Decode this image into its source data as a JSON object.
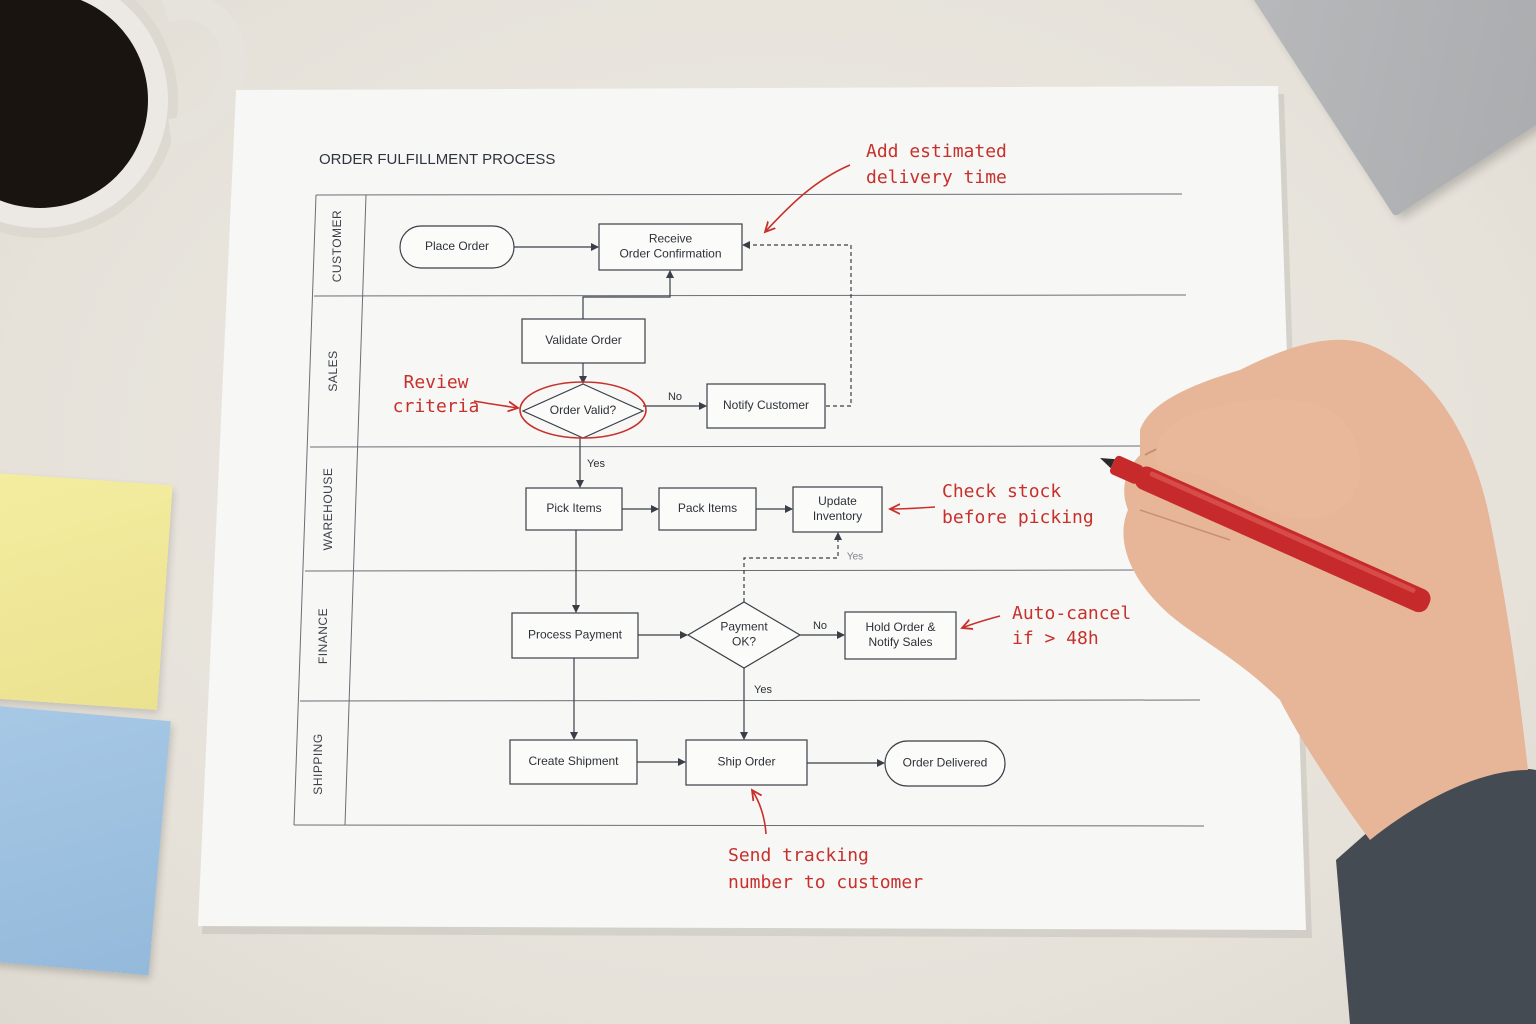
{
  "title": "ORDER FULFILLMENT PROCESS",
  "lanes": [
    {
      "id": "customer",
      "label": "CUSTOMER"
    },
    {
      "id": "sales",
      "label": "SALES"
    },
    {
      "id": "warehouse",
      "label": "WAREHOUSE"
    },
    {
      "id": "finance",
      "label": "FINANCE"
    },
    {
      "id": "shipping",
      "label": "SHIPPING"
    }
  ],
  "nodes": [
    {
      "id": "place-order",
      "shape": "terminal",
      "lines": [
        "Place Order"
      ]
    },
    {
      "id": "receive-confirmation",
      "shape": "process",
      "lines": [
        "Receive",
        "Order Confirmation"
      ]
    },
    {
      "id": "validate-order",
      "shape": "process",
      "lines": [
        "Validate Order"
      ]
    },
    {
      "id": "order-valid",
      "shape": "decision",
      "lines": [
        "Order Valid?"
      ]
    },
    {
      "id": "notify-customer",
      "shape": "process",
      "lines": [
        "Notify Customer"
      ]
    },
    {
      "id": "pick-items",
      "shape": "process",
      "lines": [
        "Pick Items"
      ]
    },
    {
      "id": "pack-items",
      "shape": "process",
      "lines": [
        "Pack Items"
      ]
    },
    {
      "id": "update-inventory",
      "shape": "process",
      "lines": [
        "Update",
        "Inventory"
      ]
    },
    {
      "id": "process-payment",
      "shape": "process",
      "lines": [
        "Process Payment"
      ]
    },
    {
      "id": "payment-ok",
      "shape": "decision",
      "lines": [
        "Payment",
        "OK?"
      ]
    },
    {
      "id": "hold-order",
      "shape": "process",
      "lines": [
        "Hold Order &",
        "Notify Sales"
      ]
    },
    {
      "id": "create-shipment",
      "shape": "process",
      "lines": [
        "Create Shipment"
      ]
    },
    {
      "id": "ship-order",
      "shape": "process",
      "lines": [
        "Ship Order"
      ]
    },
    {
      "id": "order-delivered",
      "shape": "terminal",
      "lines": [
        "Order Delivered"
      ]
    }
  ],
  "edges": [
    {
      "from": "place-order",
      "to": "receive-confirmation",
      "label": ""
    },
    {
      "from": "validate-order",
      "to": "receive-confirmation",
      "label": ""
    },
    {
      "from": "validate-order",
      "to": "order-valid",
      "label": ""
    },
    {
      "from": "order-valid",
      "to": "notify-customer",
      "label": "No"
    },
    {
      "from": "notify-customer",
      "to": "receive-confirmation",
      "label": "",
      "style": "dashed"
    },
    {
      "from": "order-valid",
      "to": "pick-items",
      "label": "Yes"
    },
    {
      "from": "pick-items",
      "to": "pack-items",
      "label": ""
    },
    {
      "from": "pack-items",
      "to": "update-inventory",
      "label": ""
    },
    {
      "from": "payment-ok",
      "to": "update-inventory",
      "label": "Yes",
      "style": "dashed"
    },
    {
      "from": "pick-items",
      "to": "process-payment",
      "label": ""
    },
    {
      "from": "process-payment",
      "to": "payment-ok",
      "label": ""
    },
    {
      "from": "payment-ok",
      "to": "hold-order",
      "label": "No"
    },
    {
      "from": "payment-ok",
      "to": "ship-order",
      "label": "Yes"
    },
    {
      "from": "process-payment",
      "to": "create-shipment",
      "label": ""
    },
    {
      "from": "create-shipment",
      "to": "ship-order",
      "label": ""
    },
    {
      "from": "ship-order",
      "to": "order-delivered",
      "label": ""
    }
  ],
  "annotations": [
    {
      "id": "delivery-time",
      "lines": [
        "Add estimated",
        "delivery time"
      ],
      "target": "receive-confirmation"
    },
    {
      "id": "review-criteria",
      "lines": [
        "Review",
        "criteria"
      ],
      "target": "order-valid"
    },
    {
      "id": "check-stock",
      "lines": [
        "Check stock",
        "before picking"
      ],
      "target": "update-inventory"
    },
    {
      "id": "auto-cancel",
      "lines": [
        "Auto-cancel",
        "if > 48h"
      ],
      "target": "hold-order"
    },
    {
      "id": "send-tracking",
      "lines": [
        "Send tracking",
        "number to customer"
      ],
      "target": "ship-order"
    }
  ],
  "colors": {
    "ink": "#3a3f47",
    "annotation": "#c8302b",
    "paper": "#f7f7f6",
    "pen": "#c62a2a",
    "skin": "#e7b597"
  }
}
